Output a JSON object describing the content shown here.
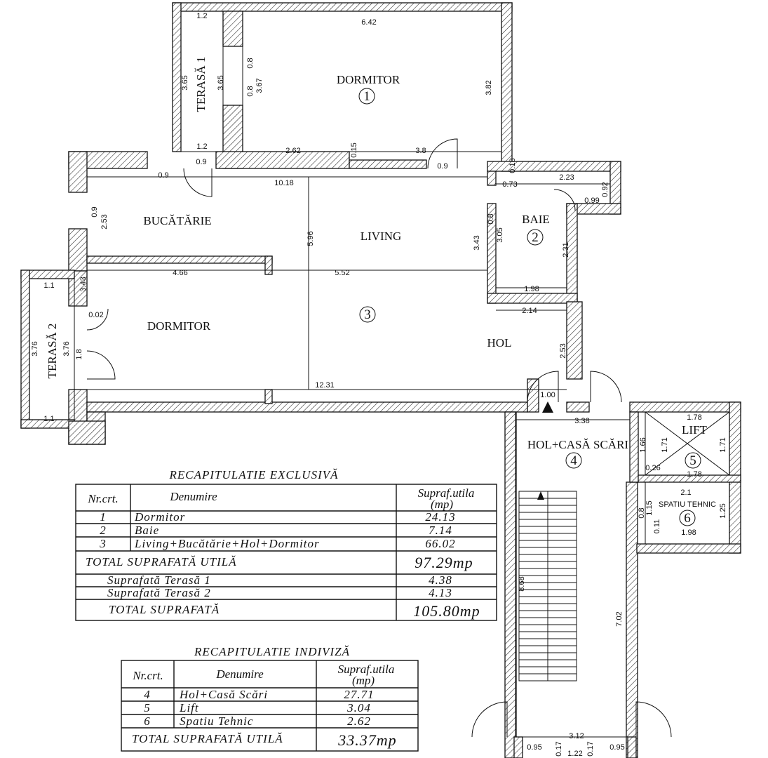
{
  "rooms": {
    "dormitor_1": {
      "label": "DORMITOR",
      "number": "1"
    },
    "terasa_1": {
      "label": "TERASĂ 1"
    },
    "bucatarie": {
      "label": "BUCĂTĂRIE"
    },
    "living": {
      "label": "LIVING",
      "number": "3"
    },
    "baie": {
      "label": "BAIE",
      "number": "2"
    },
    "dormitor_2": {
      "label": "DORMITOR"
    },
    "terasa_2": {
      "label": "TERASĂ 2"
    },
    "hol": {
      "label": "HOL"
    },
    "hol_casa_scari": {
      "label": "HOL+CASĂ SCĂRI",
      "number": "4"
    },
    "lift": {
      "label": "LIFT",
      "number": "5"
    },
    "spatiu_tehnic": {
      "label": "SPATIU TEHNIC",
      "number": "6"
    }
  },
  "dimensions": {
    "d_642": "6.42",
    "d_382": "3.82",
    "d_12a": "1.2",
    "d_12b": "1.2",
    "d_365a": "3.65",
    "d_365b": "3.65",
    "d_08a": "0.8",
    "d_08b": "0.8",
    "d_367": "3.67",
    "d_262": "2.62",
    "d_015": "0.15",
    "d_38": "3.8",
    "d_09a": "0.9",
    "d_09b": "0.9",
    "d_09c": "0.9",
    "d_018": "0.18",
    "d_1018": "10.18",
    "d_073": "0.73",
    "d_223": "2.23",
    "d_092": "0.92",
    "d_099": "0.99",
    "d_09d": "0.9",
    "d_253a": "2.53",
    "d_596": "5.96",
    "d_343a": "3.43",
    "d_08c": "0.8",
    "d_305": "3.05",
    "d_231": "2.31",
    "d_466": "4.66",
    "d_552": "5.52",
    "d_343b": "3.43",
    "d_198a": "1.98",
    "d_214": "2.14",
    "d_11a": "1.1",
    "d_11b": "1.1",
    "d_002": "0.02",
    "d_376a": "3.76",
    "d_376b": "3.76",
    "d_18": "1.8",
    "d_253b": "2.53",
    "d_1231": "12.31",
    "d_100": "1.00",
    "d_338": "3.38",
    "d_178a": "1.78",
    "d_178b": "1.78",
    "d_166": "1.66",
    "d_171a": "1.71",
    "d_171b": "1.71",
    "d_026": "0.26",
    "d_21": "2.1",
    "d_08d": "0.8",
    "d_115": "1.15",
    "d_011": "0.11",
    "d_125": "1.25",
    "d_198b": "1.98",
    "d_868": "8.68",
    "d_702": "7.02",
    "d_312": "3.12",
    "d_095a": "0.95",
    "d_017a": "0.17",
    "d_122": "1.22",
    "d_017b": "0.17",
    "d_095b": "0.95"
  },
  "table_exclusive": {
    "title": "RECAPITULATIE EXCLUSIVĂ",
    "headers": {
      "nr": "Nr.crt.",
      "den": "Denumire",
      "sup_line1": "Supraf.utila",
      "sup_line2": "(mp)"
    },
    "rows": [
      {
        "nr": "1",
        "den": "Dormitor",
        "val": "24.13"
      },
      {
        "nr": "2",
        "den": "Baie",
        "val": "7.14"
      },
      {
        "nr": "3",
        "den": "Living+Bucătărie+Hol+Dormitor",
        "val": "66.02"
      }
    ],
    "total_util_label": "TOTAL SUPRAFATĂ UTILĂ",
    "total_util_value": "97.29mp",
    "terase": [
      {
        "label": "Suprafată Terasă 1",
        "val": "4.38"
      },
      {
        "label": "Suprafată Terasă 2",
        "val": "4.13"
      }
    ],
    "total_label": "TOTAL SUPRAFATĂ",
    "total_value": "105.80mp"
  },
  "table_indiviza": {
    "title": "RECAPITULATIE INDIVIZĂ",
    "headers": {
      "nr": "Nr.crt.",
      "den": "Denumire",
      "sup_line1": "Supraf.utila",
      "sup_line2": "(mp)"
    },
    "rows": [
      {
        "nr": "4",
        "den": "Hol+Casă Scări",
        "val": "27.71"
      },
      {
        "nr": "5",
        "den": "Lift",
        "val": "3.04"
      },
      {
        "nr": "6",
        "den": "Spatiu Tehnic",
        "val": "2.62"
      }
    ],
    "total_label": "TOTAL SUPRAFATĂ UTILĂ",
    "total_value": "33.37mp"
  }
}
